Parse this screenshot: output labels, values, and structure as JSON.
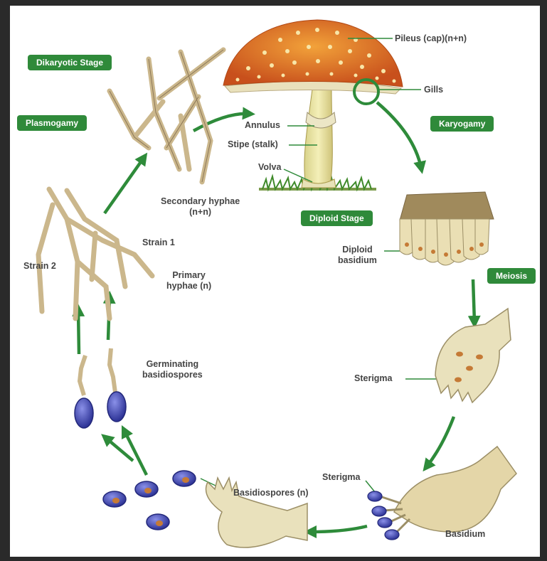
{
  "stages": {
    "dikaryotic": "Dikaryotic Stage",
    "plasmogamy": "Plasmogamy",
    "karyogamy": "Karyogamy",
    "diploid": "Diploid Stage",
    "meiosis": "Meiosis"
  },
  "labels": {
    "pileus": "Pileus (cap)(n+n)",
    "gills": "Gills",
    "annulus": "Annulus",
    "stipe": "Stipe (stalk)",
    "volva": "Volva",
    "secondary_hyphae_1": "Secondary hyphae",
    "secondary_hyphae_2": "(n+n)",
    "strain1": "Strain 1",
    "strain2": "Strain 2",
    "primary_hyphae_1": "Primary",
    "primary_hyphae_2": "hyphae (n)",
    "diploid_basidium_1": "Diploid",
    "diploid_basidium_2": "basidium",
    "germinating_1": "Germinating",
    "germinating_2": "basidiospores",
    "sterigma_upper": "Sterigma",
    "sterigma_lower": "Sterigma",
    "basidiospores": "Basidiospores (n)",
    "basidium": "Basidium"
  },
  "colors": {
    "accent": "#2f8a3a",
    "arrow": "#2e8b3a",
    "cap": "#e8822a",
    "hypha": "#cdb98e",
    "spore": "#4a52b8"
  }
}
